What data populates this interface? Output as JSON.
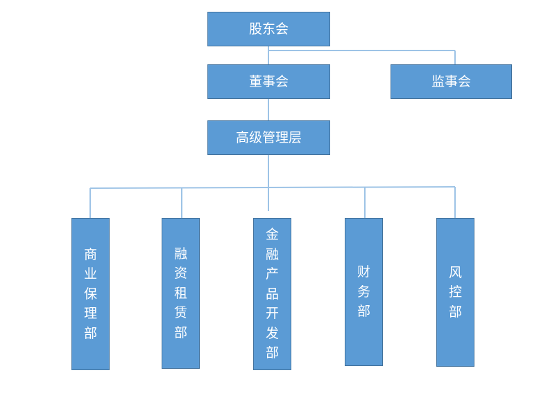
{
  "org": {
    "shareholders": "股东会",
    "board": "董事会",
    "supervisors": "监事会",
    "management": "高级管理层",
    "departments": [
      "商业保理部",
      "融资租赁部",
      "金融产品开发部",
      "财务部",
      "风控部"
    ]
  },
  "colors": {
    "node_fill": "#5b9bd5",
    "node_border": "#41719c",
    "connector": "#9dc3e6",
    "text": "#ffffff"
  }
}
